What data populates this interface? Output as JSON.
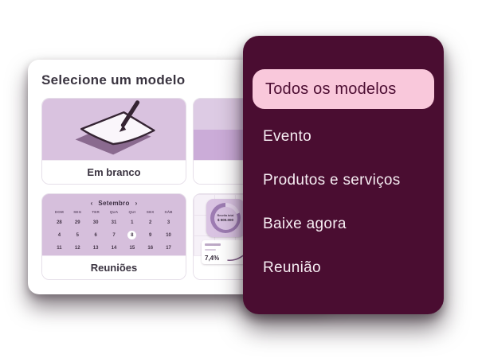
{
  "template_picker": {
    "title": "Selecione um modelo",
    "templates": {
      "blank": {
        "label": "Em branco"
      },
      "shapes": {
        "label": ""
      },
      "meetings": {
        "label": "Reuniões"
      },
      "dashboard": {
        "label": ""
      }
    },
    "calendar": {
      "prev": "‹",
      "month": "Setembro",
      "next": "›",
      "weekdays": [
        "DOM",
        "SEG",
        "TER",
        "QUA",
        "QUI",
        "SEX",
        "SÁB"
      ],
      "weeks": [
        [
          "28",
          "29",
          "30",
          "31",
          "1",
          "2",
          "3"
        ],
        [
          "4",
          "5",
          "6",
          "7",
          "8",
          "9",
          "10"
        ],
        [
          "11",
          "12",
          "13",
          "14",
          "15",
          "16",
          "17"
        ]
      ],
      "selected_day": "8"
    },
    "dashboard": {
      "donut_label": "Receita total",
      "donut_value": "$ 500.000",
      "kpi_value": "7,4%"
    }
  },
  "menu": {
    "items": [
      {
        "label": "Todos os modelos",
        "active": true
      },
      {
        "label": "Evento",
        "active": false
      },
      {
        "label": "Produtos e serviços",
        "active": false
      },
      {
        "label": "Baixe agora",
        "active": false
      },
      {
        "label": "Reunião",
        "active": false
      }
    ]
  },
  "colors": {
    "panel": "#4a0d31",
    "active_pill": "#f9c8db",
    "active_text": "#4d0e33",
    "menu_text": "#f6edf2",
    "thumb_purple": "#d9c2df",
    "accent_purple": "#c7a3d6"
  }
}
